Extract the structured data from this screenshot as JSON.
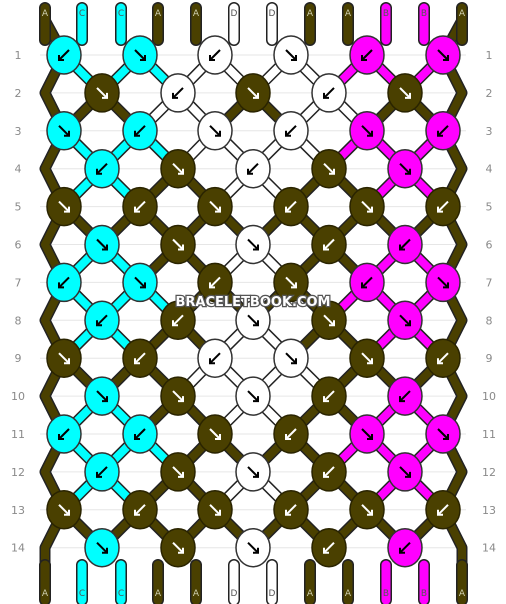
{
  "watermark": "BRACELETBOOK.COM",
  "strand_top_letters": [
    "A",
    "C",
    "C",
    "A",
    "A",
    "D",
    "D",
    "A",
    "A",
    "B",
    "B",
    "A"
  ],
  "strand_bottom_letters": [
    "A",
    "C",
    "C",
    "A",
    "A",
    "D",
    "D",
    "A",
    "A",
    "B",
    "B",
    "A"
  ],
  "colors": {
    "A": "#4a4000",
    "B": "#ff00ff",
    "C": "#00ffff",
    "D": "#ffffff"
  },
  "row_labels": [
    "1",
    "2",
    "3",
    "4",
    "5",
    "6",
    "7",
    "8",
    "9",
    "10",
    "11",
    "12",
    "13",
    "14"
  ],
  "knot_rows": [
    [
      {
        "c": "C",
        "d": "sw"
      },
      {
        "c": "C",
        "d": "se"
      },
      {
        "c": "D",
        "d": "sw"
      },
      {
        "c": "D",
        "d": "se"
      },
      {
        "c": "B",
        "d": "sw"
      },
      {
        "c": "B",
        "d": "se"
      }
    ],
    [
      {
        "c": "A",
        "d": "se"
      },
      {
        "c": "D",
        "d": "sw"
      },
      {
        "c": "A",
        "d": "se"
      },
      {
        "c": "D",
        "d": "sw"
      },
      {
        "c": "A",
        "d": "se"
      }
    ],
    [
      {
        "c": "C",
        "d": "se"
      },
      {
        "c": "C",
        "d": "sw"
      },
      {
        "c": "D",
        "d": "se"
      },
      {
        "c": "D",
        "d": "sw"
      },
      {
        "c": "B",
        "d": "se"
      },
      {
        "c": "B",
        "d": "sw"
      }
    ],
    [
      {
        "c": "C",
        "d": "sw"
      },
      {
        "c": "A",
        "d": "se"
      },
      {
        "c": "D",
        "d": "sw"
      },
      {
        "c": "A",
        "d": "se"
      },
      {
        "c": "B",
        "d": "se"
      }
    ],
    [
      {
        "c": "A",
        "d": "se"
      },
      {
        "c": "A",
        "d": "sw"
      },
      {
        "c": "A",
        "d": "se"
      },
      {
        "c": "A",
        "d": "sw"
      },
      {
        "c": "A",
        "d": "se"
      },
      {
        "c": "A",
        "d": "sw"
      }
    ],
    [
      {
        "c": "C",
        "d": "se"
      },
      {
        "c": "A",
        "d": "se"
      },
      {
        "c": "D",
        "d": "se"
      },
      {
        "c": "A",
        "d": "sw"
      },
      {
        "c": "B",
        "d": "sw"
      }
    ],
    [
      {
        "c": "C",
        "d": "sw"
      },
      {
        "c": "C",
        "d": "se"
      },
      {
        "c": "A",
        "d": "sw"
      },
      {
        "c": "A",
        "d": "se"
      },
      {
        "c": "B",
        "d": "sw"
      },
      {
        "c": "B",
        "d": "se"
      }
    ],
    [
      {
        "c": "C",
        "d": "sw"
      },
      {
        "c": "A",
        "d": "sw"
      },
      {
        "c": "D",
        "d": "se"
      },
      {
        "c": "A",
        "d": "se"
      },
      {
        "c": "B",
        "d": "se"
      }
    ],
    [
      {
        "c": "A",
        "d": "se"
      },
      {
        "c": "A",
        "d": "sw"
      },
      {
        "c": "D",
        "d": "sw"
      },
      {
        "c": "D",
        "d": "se"
      },
      {
        "c": "A",
        "d": "se"
      },
      {
        "c": "A",
        "d": "sw"
      }
    ],
    [
      {
        "c": "C",
        "d": "se"
      },
      {
        "c": "A",
        "d": "se"
      },
      {
        "c": "D",
        "d": "se"
      },
      {
        "c": "A",
        "d": "sw"
      },
      {
        "c": "B",
        "d": "sw"
      }
    ],
    [
      {
        "c": "C",
        "d": "sw"
      },
      {
        "c": "C",
        "d": "sw"
      },
      {
        "c": "A",
        "d": "se"
      },
      {
        "c": "A",
        "d": "sw"
      },
      {
        "c": "B",
        "d": "se"
      },
      {
        "c": "B",
        "d": "se"
      }
    ],
    [
      {
        "c": "C",
        "d": "sw"
      },
      {
        "c": "A",
        "d": "se"
      },
      {
        "c": "D",
        "d": "se"
      },
      {
        "c": "A",
        "d": "sw"
      },
      {
        "c": "B",
        "d": "se"
      }
    ],
    [
      {
        "c": "A",
        "d": "se"
      },
      {
        "c": "A",
        "d": "sw"
      },
      {
        "c": "A",
        "d": "se"
      },
      {
        "c": "A",
        "d": "sw"
      },
      {
        "c": "A",
        "d": "se"
      },
      {
        "c": "A",
        "d": "sw"
      }
    ],
    [
      {
        "c": "C",
        "d": "se"
      },
      {
        "c": "A",
        "d": "se"
      },
      {
        "c": "D",
        "d": "se"
      },
      {
        "c": "A",
        "d": "sw"
      },
      {
        "c": "B",
        "d": "sw"
      }
    ]
  ]
}
